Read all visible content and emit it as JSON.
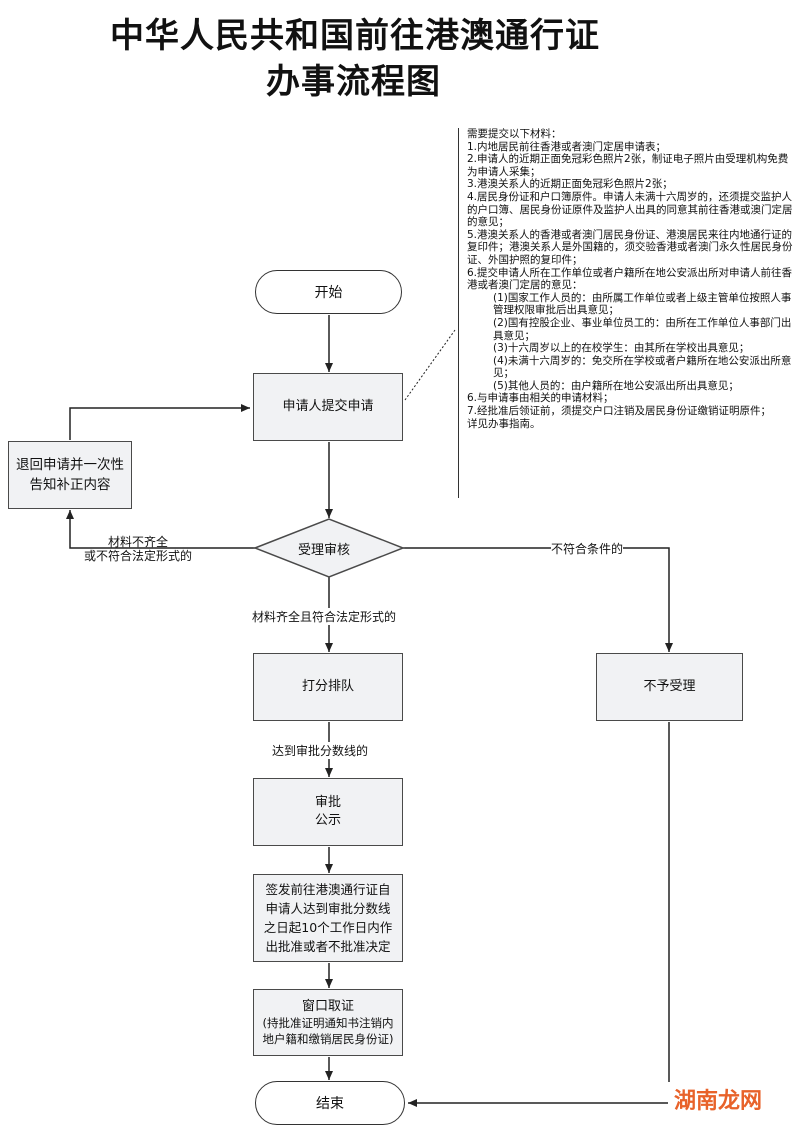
{
  "title_line1": "中华人民共和国前往港澳通行证",
  "title_line2": "办事流程图",
  "nodes": {
    "start": "开始",
    "submit": "申请人提交申请",
    "return_notify": "退回申请并一次性告知补正内容",
    "review": "受理审核",
    "queue": "打分排队",
    "reject": "不予受理",
    "approval_line1": "审批",
    "approval_line2": "公示",
    "issue": "签发前往港澳通行证自申请人达到审批分数线之日起10个工作日内作出批准或者不批准决定",
    "pickup_line1": "窗口取证",
    "pickup_line2": "(持批准证明通知书注销内地户籍和缴销居民身份证)",
    "end": "结束"
  },
  "edges": {
    "incomplete_line1": "材料不齐全",
    "incomplete_line2": "或不符合法定形式的",
    "not_qualified": "不符合条件的",
    "complete": "材料齐全且符合法定形式的",
    "reach_line": "达到审批分数线的"
  },
  "note": {
    "heading": "需要提交以下材料：",
    "items": [
      "1.内地居民前往香港或者澳门定居申请表；",
      "2.申请人的近期正面免冠彩色照片2张，制证电子照片由受理机构免费为申请人采集；",
      "3.港澳关系人的近期正面免冠彩色照片2张；",
      "4.居民身份证和户口簿原件。申请人未满十六周岁的，还须提交监护人的户口簿、居民身份证原件及监护人出具的同意其前往香港或澳门定居的意见；",
      "5.港澳关系人的香港或者澳门居民身份证、港澳居民来往内地通行证的复印件；港澳关系人是外国籍的，须交验香港或者澳门永久性居民身份证、外国护照的复印件；",
      "6.提交申请人所在工作单位或者户籍所在地公安派出所对申请人前往香港或者澳门定居的意见："
    ],
    "subitems": [
      "(1)国家工作人员的：由所属工作单位或者上级主管单位按照人事管理权限审批后出具意见；",
      "(2)国有控股企业、事业单位员工的：由所在工作单位人事部门出具意见；",
      "(3)十六周岁以上的在校学生：由其所在学校出具意见；",
      "(4)未满十六周岁的：免交所在学校或者户籍所在地公安派出所意见；",
      "(5)其他人员的：由户籍所在地公安派出所出具意见；"
    ],
    "tail": [
      "6.与申请事由相关的申请材料；",
      "7.经批准后领证前，须提交户口注销及居民身份证缴销证明原件；",
      "详见办事指南。"
    ]
  },
  "watermark": "湖南龙网",
  "colors": {
    "box_fill": "#f1f2f4",
    "line": "#222222",
    "watermark": "#e8622a"
  }
}
